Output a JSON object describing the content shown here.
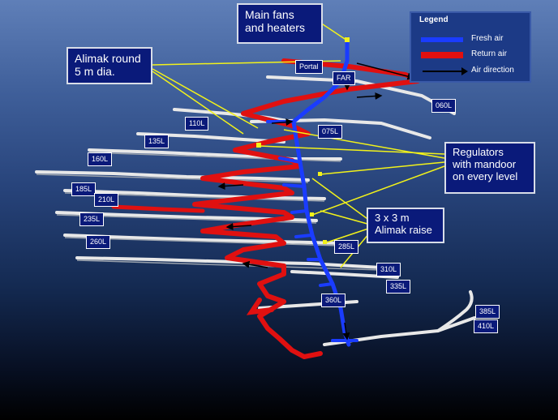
{
  "callouts": {
    "fans": "Main fans\nand heaters",
    "alimak_round": "Alimak round\n5 m dia.",
    "regulators": "Regulators\nwith mandoor\non every level",
    "raise": "3 x 3 m\nAlimak raise"
  },
  "legend": {
    "title": "Legend",
    "fresh_air": "Fresh air",
    "return_air": "Return air",
    "air_direction": "Air direction"
  },
  "labels": {
    "portal": "Portal",
    "far": "FAR",
    "l060": "060L",
    "l075": "075L",
    "l110": "110L",
    "l135": "135L",
    "l160": "160L",
    "l185": "185L",
    "l210": "210L",
    "l235": "235L",
    "l260": "260L",
    "l285": "285L",
    "l310": "310L",
    "l335": "335L",
    "l360": "360L",
    "l385": "385L",
    "l410": "410L"
  },
  "colors": {
    "fresh_air": "#1a3cff",
    "return_air": "#e01010",
    "drift": "#e8e8e8",
    "leader": "#f2f21a",
    "label_bg": "#0a1a7a"
  }
}
